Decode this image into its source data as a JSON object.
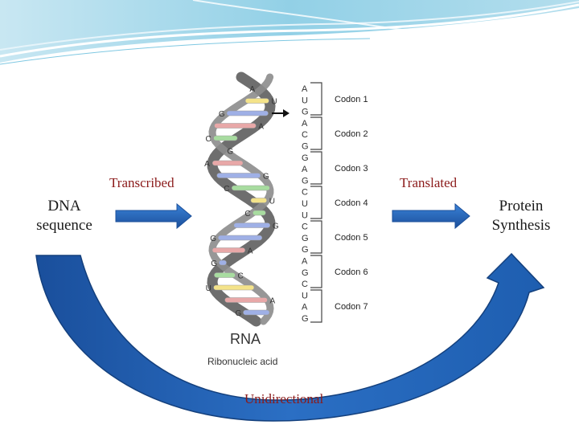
{
  "labels": {
    "transcribed": "Transcribed",
    "translated": "Translated",
    "dna_line1": "DNA",
    "dna_line2": "sequence",
    "protein_line1": "Protein",
    "protein_line2": "Synthesis",
    "unidirectional": "Unidirectional"
  },
  "rna_figure": {
    "title": "RNA",
    "subtitle": "Ribonucleic acid",
    "helix_bases": [
      "A",
      "U",
      "G",
      "A",
      "C",
      "G",
      "A",
      "G",
      "C",
      "U",
      "C",
      "G",
      "G",
      "A",
      "G",
      "C",
      "U",
      "A",
      "G"
    ],
    "strand_sequence": [
      "A",
      "U",
      "G",
      "A",
      "C",
      "G",
      "G",
      "A",
      "G",
      "C",
      "U",
      "U",
      "C",
      "G",
      "G",
      "A",
      "G",
      "C",
      "U",
      "A",
      "G"
    ],
    "codons": [
      "Codon 1",
      "Codon 2",
      "Codon 3",
      "Codon 4",
      "Codon 5",
      "Codon 6",
      "Codon 7"
    ]
  },
  "colors": {
    "arrow_blue": "#1f5fb0",
    "label_red": "#8b1a1a",
    "helix_gray": "#7a7a7a"
  }
}
